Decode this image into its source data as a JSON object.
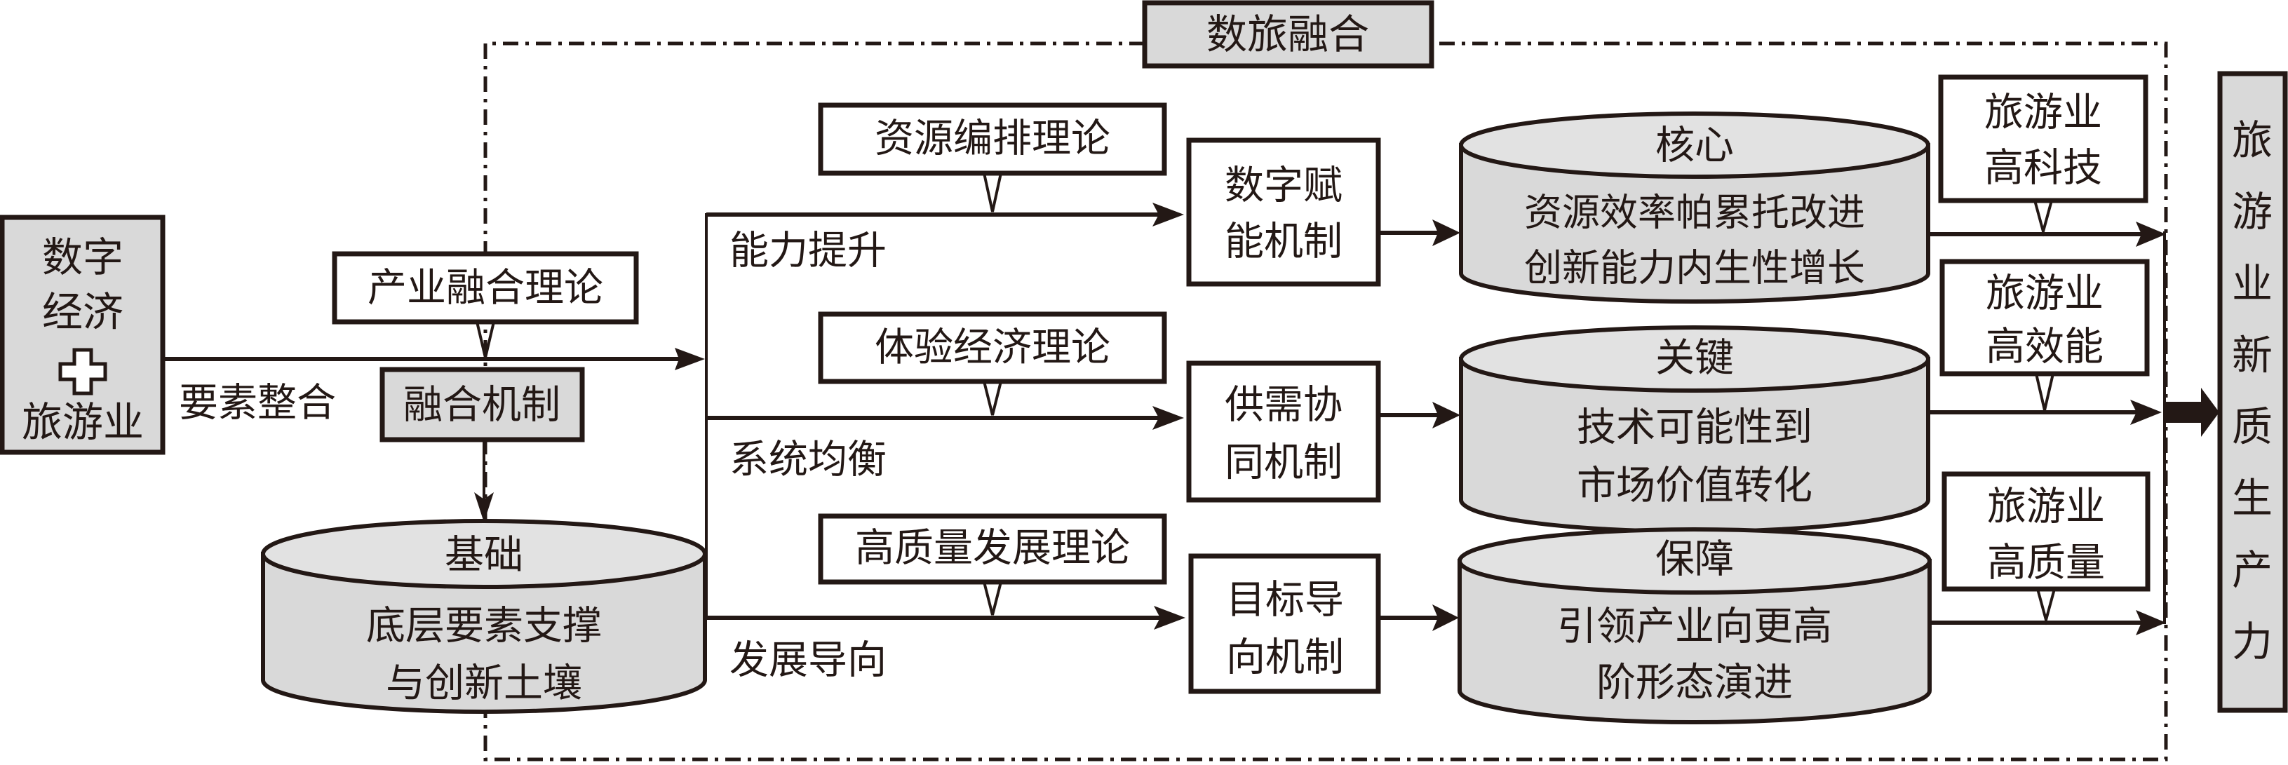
{
  "title": "数旅融合",
  "input": {
    "line1": "数字",
    "line2": "经济",
    "plus": "+",
    "line3": "旅游业"
  },
  "integration": {
    "theory": "产业融合理论",
    "path_label": "要素整合",
    "mechanism": "融合机制"
  },
  "foundation": {
    "heading": "基础",
    "line1": "底层要素支撑",
    "line2": "与创新土壤"
  },
  "rows": [
    {
      "theory": "资源编排理论",
      "path_label": "能力提升",
      "mechanism_line1": "数字赋",
      "mechanism_line2": "能机制",
      "heading": "核心",
      "effect_line1": "资源效率帕累托改进",
      "effect_line2": "创新能力内生性增长",
      "outcome_line1": "旅游业",
      "outcome_line2": "高科技"
    },
    {
      "theory": "体验经济理论",
      "path_label": "系统均衡",
      "mechanism_line1": "供需协",
      "mechanism_line2": "同机制",
      "heading": "关键",
      "effect_line1": "技术可能性到",
      "effect_line2": "市场价值转化",
      "outcome_line1": "旅游业",
      "outcome_line2": "高效能"
    },
    {
      "theory": "高质量发展理论",
      "path_label": "发展导向",
      "mechanism_line1": "目标导",
      "mechanism_line2": "向机制",
      "heading": "保障",
      "effect_line1": "引领产业向更高",
      "effect_line2": "阶形态演进",
      "outcome_line1": "旅游业",
      "outcome_line2": "高质量"
    }
  ],
  "result": {
    "chars": [
      "旅",
      "游",
      "业",
      "新",
      "质",
      "生",
      "产",
      "力"
    ]
  },
  "colors": {
    "ink": "#231815",
    "box_fill": "#d9d9d9",
    "background": "#ffffff"
  }
}
